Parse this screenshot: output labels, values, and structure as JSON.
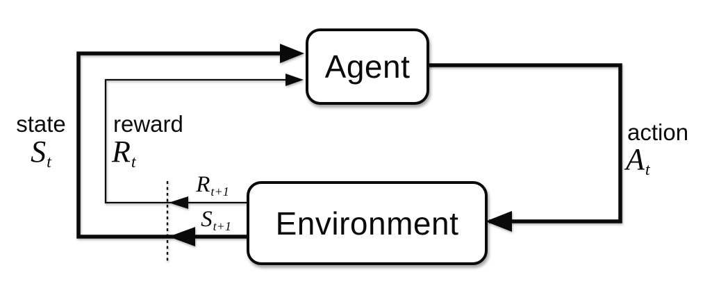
{
  "nodes": {
    "agent": "Agent",
    "environment": "Environment"
  },
  "labels": {
    "state": {
      "word": "state",
      "symbol": {
        "base": "S",
        "sub": "t"
      }
    },
    "reward": {
      "word": "reward",
      "symbol": {
        "base": "R",
        "sub": "t"
      }
    },
    "action": {
      "word": "action",
      "symbol": {
        "base": "A",
        "sub": "t"
      }
    },
    "next_reward": {
      "symbol": {
        "base": "R",
        "sub": "t+1"
      }
    },
    "next_state": {
      "symbol": {
        "base": "S",
        "sub": "t+1"
      }
    }
  },
  "edges": [
    {
      "from": "agent",
      "to": "environment",
      "signal": "action"
    },
    {
      "from": "environment",
      "to": "agent",
      "signal": "state"
    },
    {
      "from": "environment",
      "to": "agent",
      "signal": "reward"
    }
  ],
  "colors": {
    "line": "#0a0a0a",
    "node_fill": "#ffffff",
    "background": "#ffffff"
  }
}
